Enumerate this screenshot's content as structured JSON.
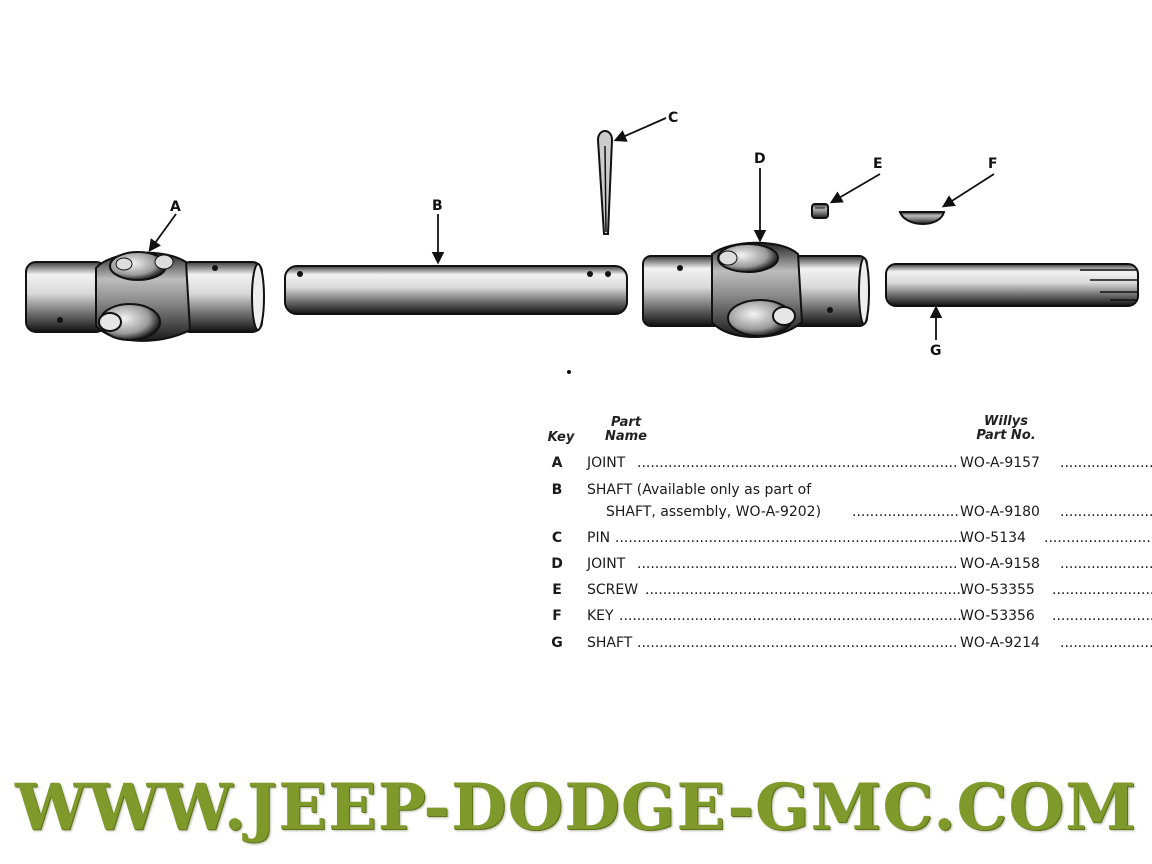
{
  "callouts": [
    "A",
    "B",
    "C",
    "D",
    "E",
    "F",
    "G"
  ],
  "table": {
    "headers": {
      "key": "Key",
      "part_name": [
        "Part",
        "Name"
      ],
      "part_no": [
        "Willys",
        "Part No."
      ]
    },
    "rows": [
      {
        "key": "A",
        "name": "JOINT",
        "part_no": "WO-A-9157"
      },
      {
        "key": "B",
        "name": "SHAFT (Available only as part of",
        "name_line2": "SHAFT, assembly, WO-A-9202)",
        "part_no": "WO-A-9180"
      },
      {
        "key": "C",
        "name": "PIN",
        "part_no": "WO-5134"
      },
      {
        "key": "D",
        "name": "JOINT",
        "part_no": "WO-A-9158"
      },
      {
        "key": "E",
        "name": "SCREW",
        "part_no": "WO-53355"
      },
      {
        "key": "F",
        "name": "KEY",
        "part_no": "WO-53356"
      },
      {
        "key": "G",
        "name": "SHAFT",
        "part_no": "WO-A-9214"
      }
    ]
  },
  "website": "WWW.JEEP-DODGE-GMC.COM",
  "colors": {
    "watermark": "#7f9a2a",
    "ink": "#1a1a1a"
  }
}
